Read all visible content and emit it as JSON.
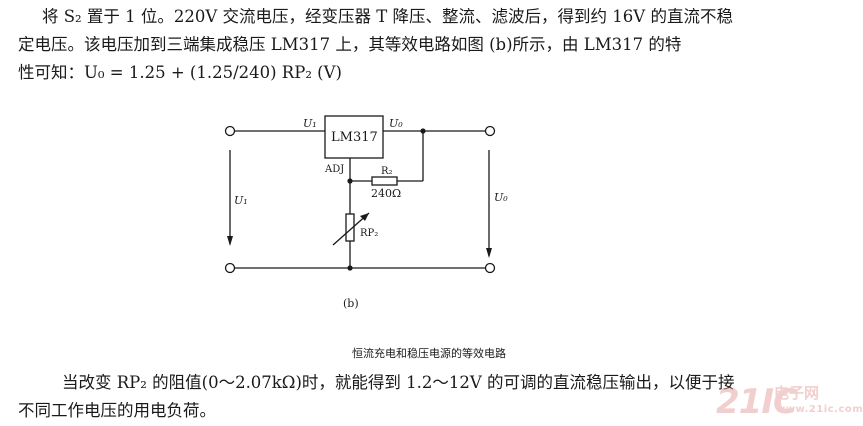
{
  "paragraph1": {
    "line1": "将 S₂ 置于 1 位。220V 交流电压，经变压器 T 降压、整流、滤波后，得到约 16V 的直流不稳",
    "line2": "定电压。该电压加到三端集成稳压 LM317 上，其等效电路如图        (b)所示，由 LM317 的特",
    "line3": "性可知：U₀ = 1.25 + (1.25/240) RP₂ (V)"
  },
  "diagram": {
    "ic_label": "LM317",
    "pin_in": "U₁",
    "pin_out": "U₀",
    "pin_adj": "ADJ",
    "r2_name": "R₂",
    "r2_value": "240Ω",
    "rp2_name": "RP₂",
    "input_label": "U₁",
    "output_label": "U₀",
    "sub_label": "(b)"
  },
  "caption": "恒流充电和稳压电源的等效电路",
  "paragraph2": {
    "line1": "当改变 RP₂ 的阻值(0～2.07kΩ)时，就能得到 1.2～12V 的可调的直流稳压输出，以便于接",
    "line2": "不同工作电压的用电负荷。"
  },
  "watermark": {
    "main": "21IC",
    "sub": "电子网",
    "url": "www.21ic.com"
  }
}
